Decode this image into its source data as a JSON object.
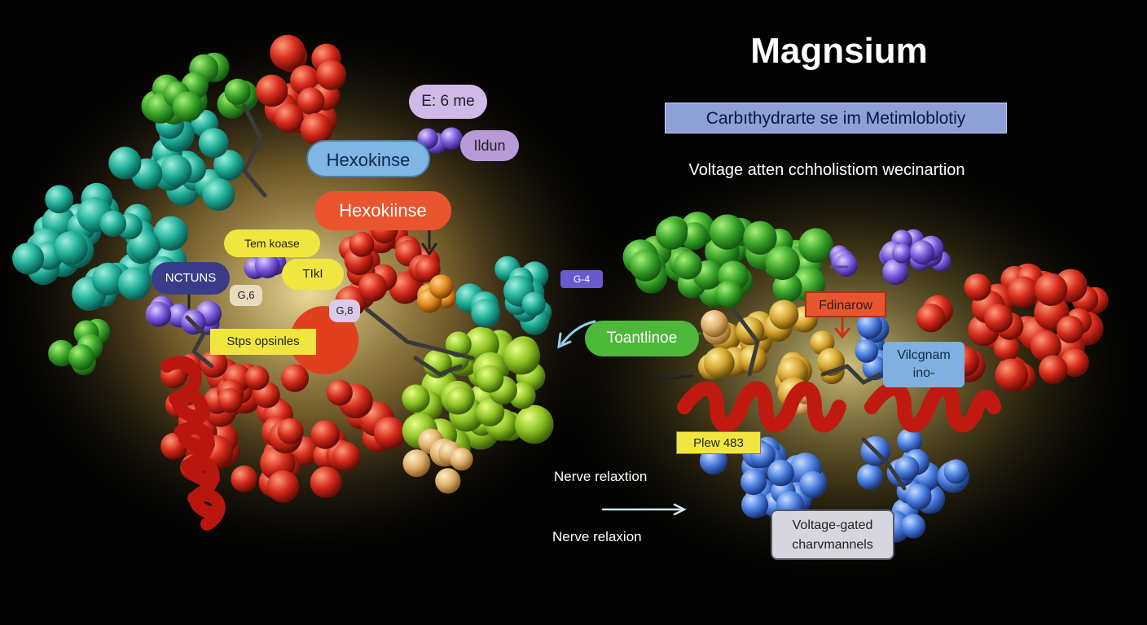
{
  "heading": {
    "title": "Magnsium",
    "subtitle": "Carbıthydrarte se im Metimloblotiy",
    "caption": "Voltage atten cchholistiom wecinartion"
  },
  "labels": {
    "e6me": "E: 6 me",
    "ildun": "Ildun",
    "hexokinse_blue": "Hexokinse",
    "hexokinse_red": "Hexokiinse",
    "temkoase": "Tem koase",
    "tiki": "TIkI",
    "nctuns": "NCTUNS",
    "g6_small": "G,6",
    "g8": "G,8",
    "steps": "Stps opsinles",
    "g4": "G-4",
    "toantinoe": "Toantlinoe",
    "fdinarow": "Fdinarow",
    "vilcgnam": "Vilcgnam ino-",
    "plew": "Plew 483",
    "nerve1": "Nerve relaxtion",
    "nerve2": "Nerve relaxion",
    "voltage_gated": "Voltage-gated charvmannels"
  },
  "colors": {
    "background": "#020202",
    "glow": "#f2d880",
    "blue_label": "#7fb6e4",
    "red_label": "#e8552e",
    "green_label": "#4db83a",
    "yellow_label": "#f1e640",
    "subtitle_box": "#8ea0d6",
    "navy_label": "#3a3c8a"
  }
}
